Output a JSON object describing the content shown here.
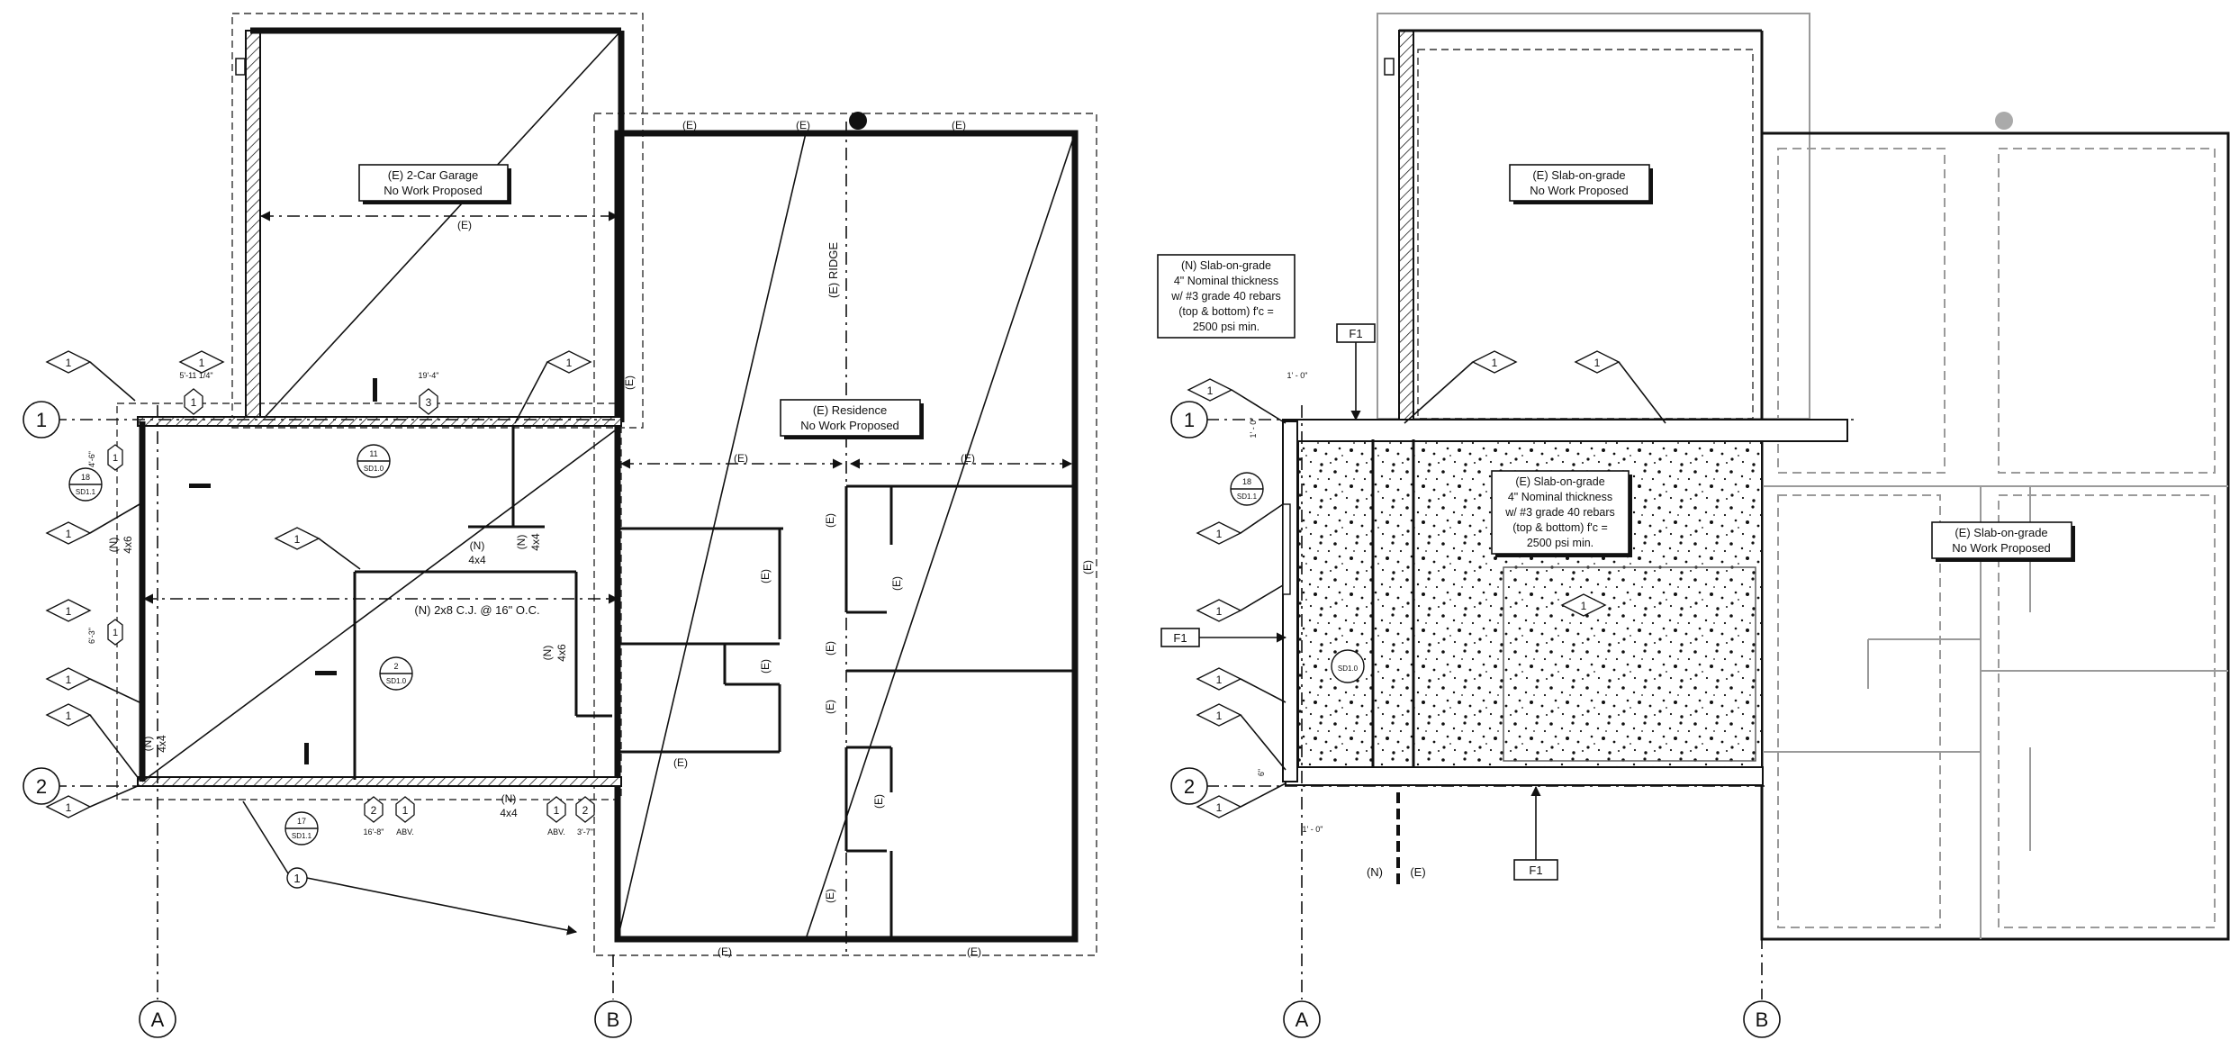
{
  "left_plan": {
    "garage_note": [
      "(E) 2-Car Garage",
      "No Work Proposed"
    ],
    "residence_note": [
      "(E) Residence",
      "No Work Proposed"
    ],
    "ridge": "(E) RIDGE",
    "joists": "(N) 2x8 C.J. @ 16\" O.C.",
    "post_4x4_a": [
      "(N)",
      "4x4"
    ],
    "post_4x4_b": [
      "(N)",
      "4x4"
    ],
    "post_4x4_c": [
      "(N)",
      "4x4"
    ],
    "post_4x4_d": [
      "(N)",
      "4x4"
    ],
    "post_4x6_a": [
      "(N)",
      "4x6"
    ],
    "post_4x6_b": [
      "(N)",
      "4x6"
    ],
    "existing": "(E)",
    "dim_top_1": "5'-11 1/4\"",
    "dim_top_2": "19'-4\"",
    "dim_left_1": "4'-6\"",
    "dim_left_2": "6'-3\"",
    "dim_bot_1": "16'-8\"",
    "dim_bot_abv": "ABV.",
    "dim_bot_2": "3'-7\"",
    "tag_1": "1",
    "tag_2": "2",
    "tag_3": "3",
    "section_11": "11",
    "section_2": "2",
    "section_17": "17",
    "section_18": "18",
    "sheet_sd10": "SD1.0",
    "sheet_sd11": "SD1.1",
    "grid_1": "1",
    "grid_2": "2",
    "grid_a": "A",
    "grid_b": "B"
  },
  "right_plan": {
    "new_slab_note": [
      "(N) Slab-on-grade",
      "4\" Nominal thickness",
      "w/ #3 grade 40 rebars",
      "(top & bottom) f'c =",
      "2500 psi min."
    ],
    "existing_slab_detail": [
      "(E) Slab-on-grade",
      "4\" Nominal thickness",
      "w/ #3 grade 40 rebars",
      "(top & bottom) f'c =",
      "2500 psi min."
    ],
    "garage_slab_note": [
      "(E) Slab-on-grade",
      "No Work Proposed"
    ],
    "residence_slab_note": [
      "(E) Slab-on-grade",
      "No Work Proposed"
    ],
    "footing": "F1",
    "new_tag": "(N)",
    "existing_tag": "(E)",
    "dim_1_0": "1' - 0\"",
    "dim_1_0_v": "1' - 0\"",
    "dim_6": "6\"",
    "section_18": "18",
    "section_sd11": "SD1.1",
    "section_sd10": "SD1.0",
    "tag_1": "1",
    "grid_1": "1",
    "grid_2": "2",
    "grid_a": "A",
    "grid_b": "B"
  }
}
